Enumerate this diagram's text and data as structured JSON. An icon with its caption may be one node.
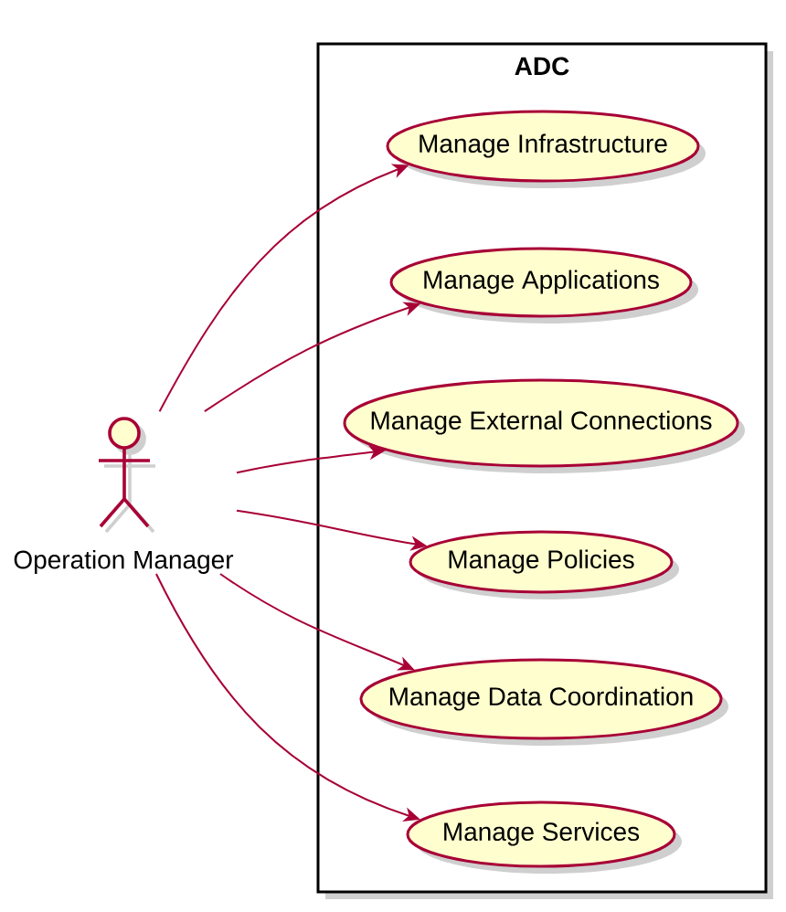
{
  "diagram": {
    "nodes": [
      {
        "text": [
          "Operation Manager"
        ]
      },
      {
        "text": [
          "ADC"
        ]
      },
      {
        "text": [
          "Manage Infrastructure"
        ],
        "in": 1
      },
      {
        "text": [
          "Manage Applications"
        ],
        "in": 1
      },
      {
        "text": [
          "Manage External Connections"
        ],
        "in": 1
      },
      {
        "text": [
          "Manage Policies"
        ],
        "in": 1
      },
      {
        "text": [
          "Manage Data Coordination"
        ],
        "in": 1
      },
      {
        "text": [
          "Manage Services"
        ],
        "in": 1
      }
    ],
    "edges": [
      {
        "from": 0,
        "to": 2,
        "arrow": "to"
      },
      {
        "from": 0,
        "to": 3,
        "arrow": "to"
      },
      {
        "from": 0,
        "to": 4,
        "arrow": "to"
      },
      {
        "from": 0,
        "to": 5,
        "arrow": "to"
      },
      {
        "from": 0,
        "to": 6,
        "arrow": "to"
      },
      {
        "from": 0,
        "to": 7,
        "arrow": "to"
      }
    ]
  }
}
